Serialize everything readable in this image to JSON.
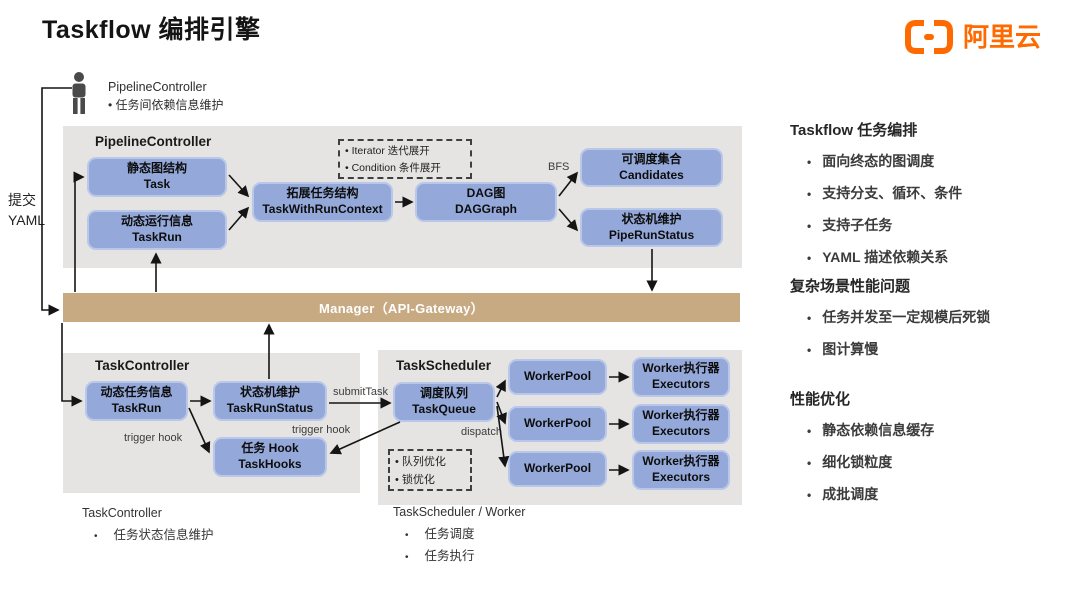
{
  "title": "Taskflow 编排引擎",
  "logo": {
    "brand": "阿里云",
    "color": "#ff6a00"
  },
  "actor": {
    "name": "PipelineController",
    "bullet": "任务间依赖信息维护"
  },
  "submit": {
    "line1": "提交",
    "line2": "YAML"
  },
  "pipeline_panel": {
    "title": "PipelineController",
    "nodes": {
      "task": {
        "zh": "静态图结构",
        "en": "Task"
      },
      "taskrun": {
        "zh": "动态运行信息",
        "en": "TaskRun"
      },
      "twrc": {
        "zh": "拓展任务结构",
        "en": "TaskWithRunContext"
      },
      "dag": {
        "zh": "DAG图",
        "en": "DAGGraph"
      },
      "candidates": {
        "zh": "可调度集合",
        "en": "Candidates"
      },
      "piperunstatus": {
        "zh": "状态机维护",
        "en": "PipeRunStatus"
      }
    },
    "expand_note": [
      "Iterator 迭代展开",
      "Condition 条件展开"
    ]
  },
  "manager": {
    "label": "Manager（API-Gateway）"
  },
  "task_controller_panel": {
    "title": "TaskController",
    "nodes": {
      "taskrun": {
        "zh": "动态任务信息",
        "en": "TaskRun"
      },
      "taskrunstatus": {
        "zh": "状态机维护",
        "en": "TaskRunStatus"
      },
      "taskhooks": {
        "zh": "任务 Hook",
        "en": "TaskHooks"
      }
    }
  },
  "task_scheduler_panel": {
    "title": "TaskScheduler",
    "taskqueue": {
      "zh": "调度队列",
      "en": "TaskQueue"
    },
    "workerpools": [
      "WorkerPool",
      "WorkerPool",
      "WorkerPool"
    ],
    "executors": [
      {
        "zh": "Worker执行器",
        "en": "Executors"
      },
      {
        "zh": "Worker执行器",
        "en": "Executors"
      },
      {
        "zh": "Worker执行器",
        "en": "Executors"
      }
    ],
    "optimize_note": [
      "队列优化",
      "锁优化"
    ]
  },
  "edges": {
    "bfs": "BFS",
    "submit_task": "submitTask",
    "trigger_hook_left": "trigger hook",
    "trigger_hook_right": "trigger hook",
    "dispatch": "dispatch"
  },
  "bottom_notes": [
    {
      "title": "TaskController",
      "bullets": [
        "任务状态信息维护"
      ]
    },
    {
      "title": "TaskScheduler / Worker",
      "bullets": [
        "任务调度",
        "任务执行"
      ]
    }
  ],
  "sidebar": {
    "sections": [
      {
        "title": "Taskflow 任务编排",
        "bullets": [
          "面向终态的图调度",
          "支持分支、循环、条件",
          "支持子任务",
          "YAML 描述依赖关系"
        ]
      },
      {
        "title": "复杂场景性能问题",
        "bullets": [
          "任务并发至一定规模后死锁",
          "图计算慢"
        ]
      },
      {
        "title": "性能优化",
        "bullets": [
          "静态依赖信息缓存",
          "细化锁粒度",
          "成批调度"
        ]
      }
    ]
  },
  "colors": {
    "node_blue": "#94a9da",
    "manager_tan": "#c7a982",
    "panel_gray": "#e5e4e3",
    "logo_orange": "#ff6a00"
  }
}
